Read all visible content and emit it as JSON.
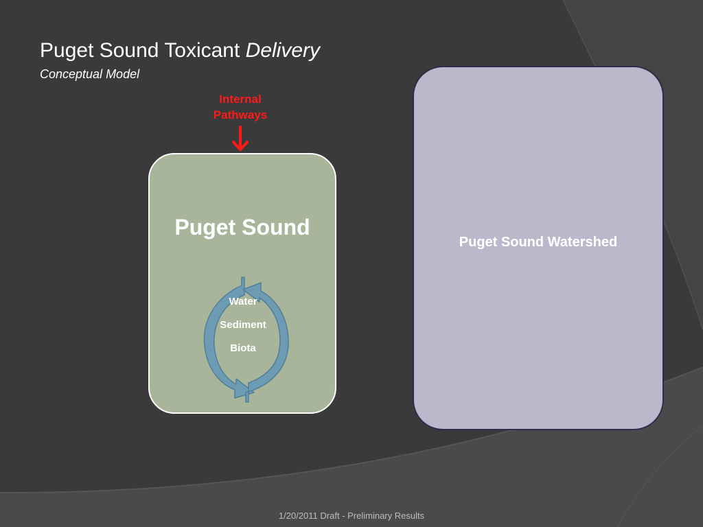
{
  "slide": {
    "title_main": "Puget Sound Toxicant ",
    "title_emphasis": "Delivery",
    "subtitle": "Conceptual Model",
    "footer": "1/20/2011 Draft - Preliminary Results"
  },
  "diagram": {
    "internal_pathways": "Internal Pathways",
    "puget_sound": {
      "title": "Puget Sound",
      "components": [
        "Water",
        "Sediment",
        "Biota"
      ]
    },
    "watershed": "Puget Sound Watershed"
  },
  "colors": {
    "background": "#3a3a3a",
    "puget_sound_fill": "#a9b59a",
    "watershed_fill": "#bab8cb",
    "internal_pathways_accent": "#ff1a1a",
    "cycle_arrow": "#6d9bb3"
  }
}
